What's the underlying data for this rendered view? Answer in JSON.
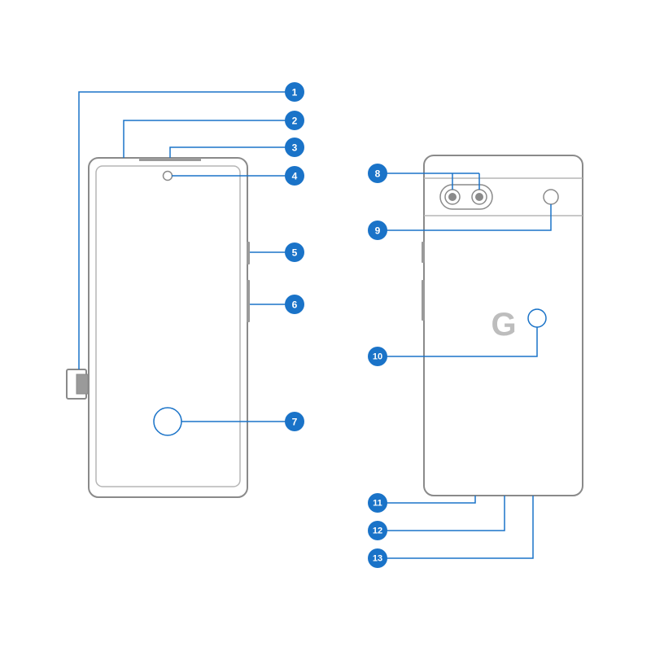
{
  "colors": {
    "outline": "#8a8a8a",
    "outline_light": "#b5b5b5",
    "callout": "#1a73c8",
    "badge_text": "#ffffff",
    "logo": "#bdbdbd"
  },
  "front_view": {
    "callouts": [
      "1",
      "2",
      "3",
      "4",
      "5",
      "6",
      "7"
    ]
  },
  "back_view": {
    "logo_text": "G",
    "callouts": [
      "8",
      "9",
      "10",
      "11",
      "12",
      "13"
    ]
  }
}
